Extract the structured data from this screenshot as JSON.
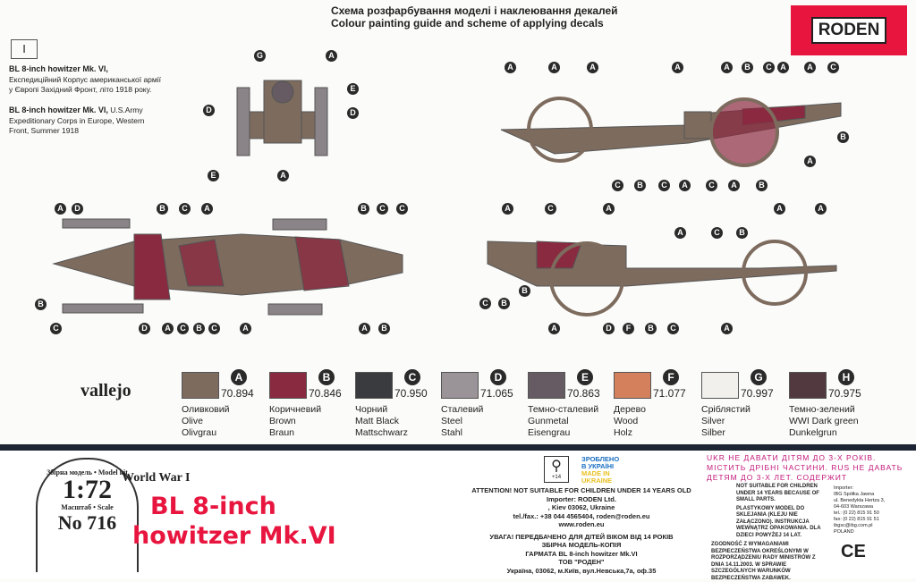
{
  "header": {
    "title_ua": "Схема розфарбування моделі і наклеювання декалей",
    "title_en": "Colour painting guide and scheme of applying decals"
  },
  "brand": {
    "logo": "RODEN",
    "color": "#e8153f"
  },
  "scheme": {
    "number": "I",
    "desc_ua_bold": "BL 8-inch howitzer Mk. VI,",
    "desc_ua": "Експедиційний Корпус американської армії у Європі Західний Фронт, літо 1918 року.",
    "desc_en_bold": "BL 8-inch howitzer Mk. VI,",
    "desc_en": "U.S.Army Expeditionary Corps in Europe, Western Front, Summer 1918"
  },
  "callouts": {
    "front": [
      "G",
      "A",
      "E",
      "D",
      "D",
      "E",
      "A"
    ],
    "side_top": [
      "A",
      "A",
      "A",
      "A",
      "A",
      "B",
      "C",
      "A",
      "A",
      "C",
      "B",
      "A",
      "C",
      "B",
      "C",
      "A",
      "C",
      "A",
      "B"
    ],
    "top_view": [
      "A",
      "D",
      "B",
      "C",
      "A",
      "B",
      "C",
      "C",
      "B",
      "C",
      "D",
      "A",
      "C",
      "B",
      "C",
      "A",
      "A",
      "B"
    ],
    "side_bottom": [
      "A",
      "C",
      "A",
      "A",
      "C",
      "B",
      "A",
      "A",
      "C",
      "B",
      "B",
      "A",
      "D",
      "F",
      "B",
      "C",
      "A"
    ]
  },
  "paints": {
    "brand": "vallejo",
    "items": [
      {
        "letter": "A",
        "code": "70.894",
        "ua": "Оливковий",
        "en": "Olive",
        "de": "Olivgrau",
        "color": "#7d6b5e"
      },
      {
        "letter": "B",
        "code": "70.846",
        "ua": "Коричневий",
        "en": "Brown",
        "de": "Braun",
        "color": "#8a2a40"
      },
      {
        "letter": "C",
        "code": "70.950",
        "ua": "Чорний",
        "en": "Matt Black",
        "de": "Mattschwarz",
        "color": "#3a3b3e"
      },
      {
        "letter": "D",
        "code": "71.065",
        "ua": "Сталевий",
        "en": "Steel",
        "de": "Stahl",
        "color": "#9a9398"
      },
      {
        "letter": "E",
        "code": "70.863",
        "ua": "Темно-сталевий",
        "en": "Gunmetal",
        "de": "Eisengrau",
        "color": "#665b62"
      },
      {
        "letter": "F",
        "code": "71.077",
        "ua": "Дерево",
        "en": "Wood",
        "de": "Holz",
        "color": "#d4805c"
      },
      {
        "letter": "G",
        "code": "70.997",
        "ua": "Сріблястий",
        "en": "Silver",
        "de": "Silber",
        "color": "#f1f0ec"
      },
      {
        "letter": "H",
        "code": "70.975",
        "ua": "Темно-зелений",
        "en": "WWI Dark green",
        "de": "Dunkelgrun",
        "color": "#52393f"
      }
    ]
  },
  "box": {
    "arc": "Збірна модель • Model kit",
    "scale": "1:72",
    "scale_label": "Масштаб • Scale",
    "number": "No 716",
    "era": "World War I",
    "title1": "BL 8-inch",
    "title2": "howitzer Mk.VI"
  },
  "info": {
    "age_mark": "+14",
    "made_ua1": "ЗРОБЛЕНО",
    "made_ua2": "В УКРАЇНІ",
    "made_en1": "MADE IN",
    "made_en2": "UKRAINE",
    "lines": [
      "ATTENTION! NOT SUITABLE FOR CHILDREN UNDER 14 YEARS OLD",
      "Importer: RODEN Ltd.",
      ", Kiev 03062, Ukraine",
      "tel./fax.: +38 044 4565404, roden@roden.eu",
      "www.roden.eu"
    ],
    "lines_ua": [
      "УВАГА! ПЕРЕДБАЧЕНО ДЛЯ ДІТЕЙ ВІКОМ ВІД 14 РОКІВ",
      "ЗБІРНА МОДЕЛЬ-КОПІЯ",
      "ГАРМАТА BL 8-inch howitzer Mk.VI",
      "ТОВ \"РОДЕН\"",
      "Україна, 03062, м.Київ, вул.Невська,7а, оф.35"
    ]
  },
  "warning": {
    "text": "UKR НЕ ДАВАТИ ДІТЯМ ДО 3-Х РОКІВ. МІСТИТЬ ДРІБНІ ЧАСТИНИ. RUS НЕ ДАВАТЬ ДЕТЯМ ДО 3-Х ЛЕТ. СОДЕРЖИТ",
    "pl1": "NOT SUITABLE FOR CHILDREN UNDER 14 YEARS BECAUSE OF SMALL PARTS.",
    "pl2": "PLASTYKOWY MODEL DO SKLEJANIA (KLEJU NIE ZAŁĄCZONO). INSTRUKCJA WEWNĄTRZ OPAKOWANIA. DLA DZIECI POWYŻEJ 14 LAT.",
    "pl3": "ZGODNOŚĆ Z WYMAGANIAMI BEZPIECZEŃSTWA OKREŚLONYMI W ROZPORZĄDZENIU RADY MINISTRÓW Z DNIA 14.11.2003. W SPRAWIE SZCZEGÓLNYCH WARUNKÓW BEZPIECZEŃSTWA ZABAWEK.",
    "importer": [
      "Importer:",
      "IBG Spółka Jawna",
      "ul. Benedykta Hertza 3,",
      "04-603 Warszawa",
      "tel.: (0 22) 815 91 50",
      "fax: (0 22) 815 91 51",
      "ibgsc@ibg.com.pl",
      "POLAND"
    ],
    "ce": "CE"
  }
}
